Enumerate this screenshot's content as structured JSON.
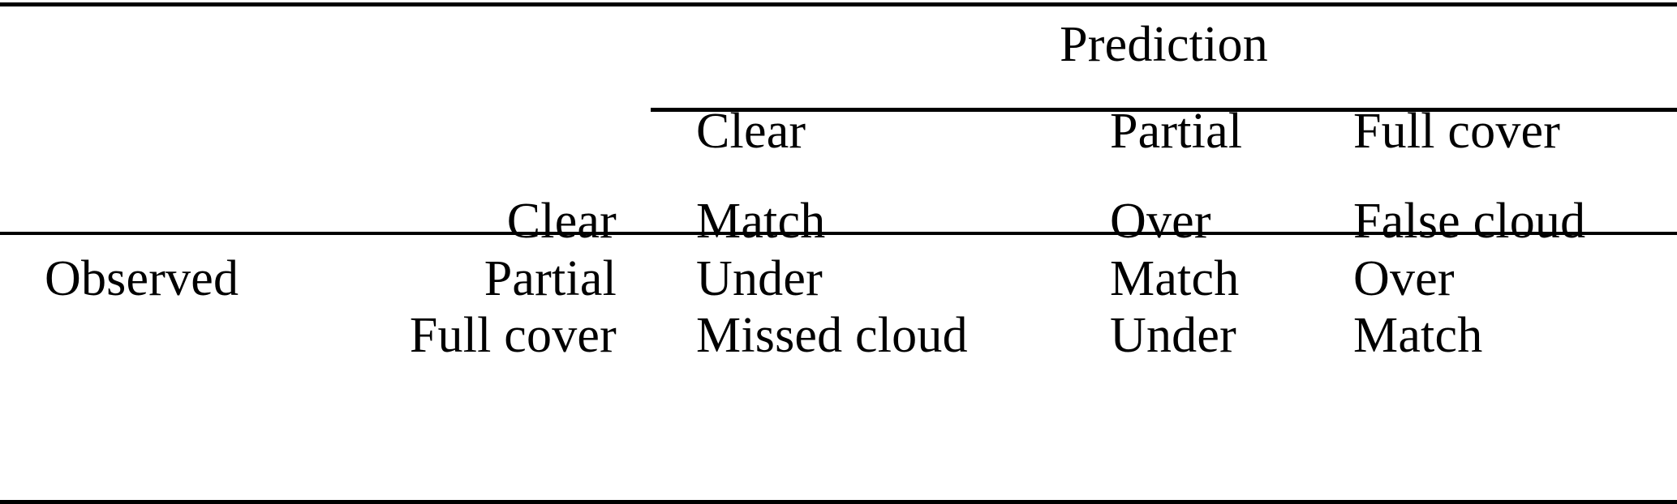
{
  "table": {
    "column_group_header": "Prediction",
    "row_group_header": "Observed",
    "column_headers": [
      "Clear",
      "Partial",
      "Full cover"
    ],
    "row_headers": [
      "Clear",
      "Partial",
      "Full cover"
    ],
    "rows": [
      {
        "label": "Clear",
        "cells": [
          "Match",
          "Over",
          "False cloud"
        ]
      },
      {
        "label": "Partial",
        "cells": [
          "Under",
          "Match",
          "Over"
        ]
      },
      {
        "label": "Full cover",
        "cells": [
          "Missed cloud",
          "Under",
          "Match"
        ]
      }
    ],
    "rules": {
      "top": "toprule",
      "group": "cmidrule",
      "mid": "midrule",
      "bottom": "bottomrule"
    },
    "colors": {
      "text": "#000000",
      "rule": "#000000",
      "background": "#ffffff"
    }
  }
}
